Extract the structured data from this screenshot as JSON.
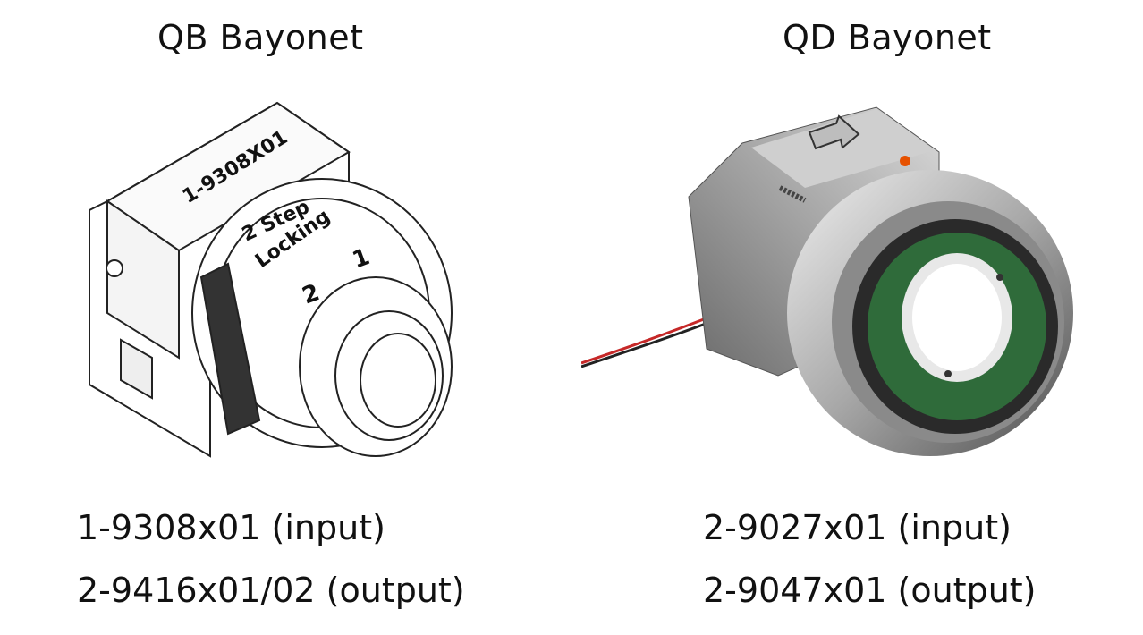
{
  "left": {
    "title": "QB Bayonet",
    "drawing_labels": {
      "part_number": "1-9308X01",
      "step_text_1": "2 Step",
      "step_text_2": "Locking",
      "step_1": "1",
      "step_2": "2"
    },
    "captions": [
      "1-9308x01 (input)",
      "2-9416x01/02 (output)"
    ]
  },
  "right": {
    "title": "QD Bayonet",
    "captions": [
      "2-9027x01 (input)",
      "2-9047x01 (output)"
    ]
  },
  "colors": {
    "text": "#111111",
    "metal_light": "#d9d9d9",
    "metal_dark": "#5a5a5a",
    "pcb_green": "#2f6b3a",
    "wire_red": "#c62828",
    "screw_orange": "#e65100"
  }
}
